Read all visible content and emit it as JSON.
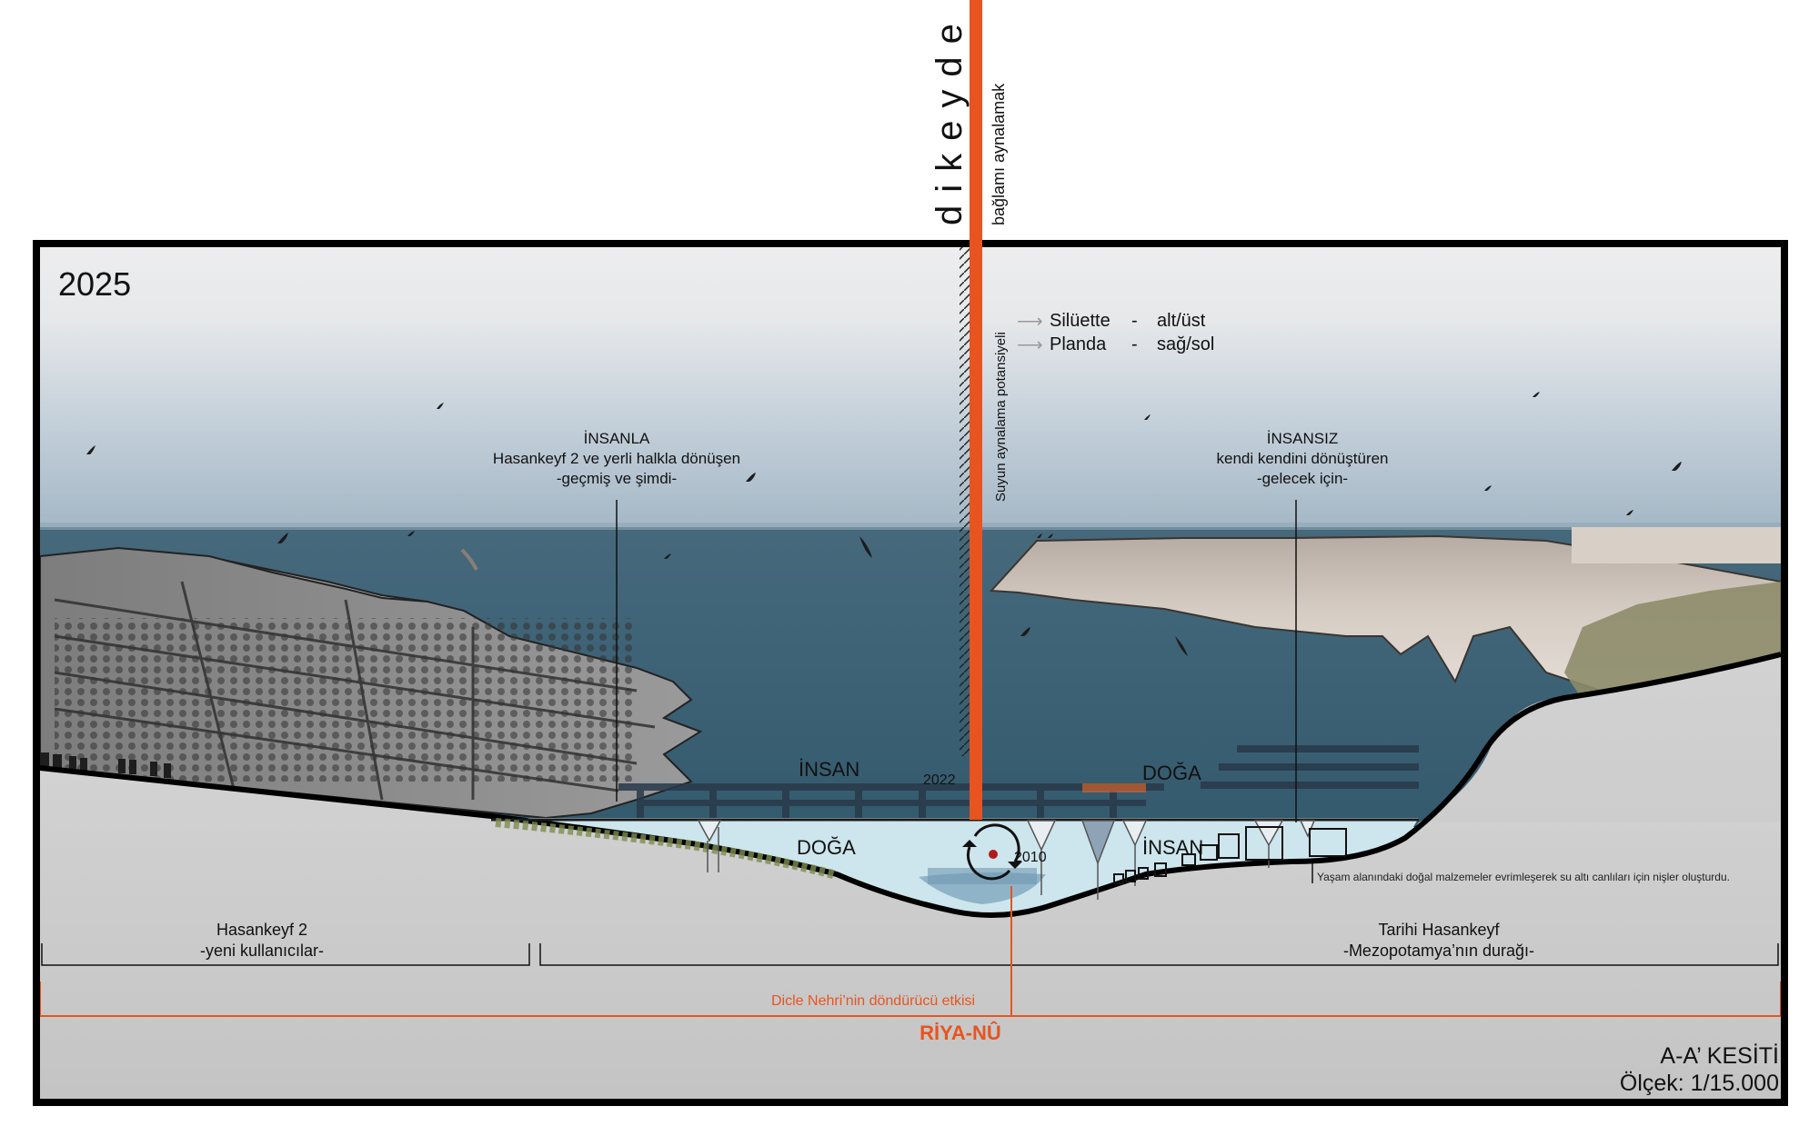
{
  "title_vertical": {
    "main": "dikeyde",
    "sub": "bağlamı aynalamak",
    "hatch_label": "Suyun aynalama potansiyeli"
  },
  "year_label": "2025",
  "mirroring_notes": [
    {
      "label": "Silüette",
      "value": "alt/üst"
    },
    {
      "label": "Planda",
      "value": "sağ/sol"
    }
  ],
  "left_caption": {
    "heading": "İNSANLA",
    "line1": "Hasankeyf 2 ve yerli halkla dönüşen",
    "line2": "-geçmiş ve şimdi-"
  },
  "right_caption": {
    "heading": "İNSANSIZ",
    "line1": "kendi kendini dönüştüren",
    "line2": "-gelecek için-"
  },
  "section_labels": {
    "upper_left": "İNSAN",
    "upper_right": "DOĞA",
    "lower_left": "DOĞA",
    "lower_right": "İNSAN",
    "year_upper": "2022",
    "year_lower": "2010"
  },
  "annotation": "Yaşam alanındaki doğal malzemeler evrimleşerek su altı canlıları için nişler oluşturdu.",
  "zones": [
    {
      "name": "Hasankeyf 2",
      "subtitle": "-yeni kullanıcılar-"
    },
    {
      "name": "Tarihi Hasankeyf",
      "subtitle": "-Mezopotamya’nın durağı-"
    }
  ],
  "river_effect": "Dicle Nehri’nin döndürücü etkisi",
  "project_name": "RİYA-NÛ",
  "section_title": "A-A’ KESİTİ",
  "scale": "Ölçek: 1/15.000",
  "colors": {
    "accent": "#e8541f",
    "frame": "#000000",
    "sky_top": "#eceded",
    "sky_bottom": "#9fb3c3",
    "lake": "#3d6478",
    "cavity": "#cfe6ee",
    "ground": "#c9c9c9",
    "cliff": "#cfc5bb",
    "town": "#8c8c8c",
    "vegetation": "#7d8c4f"
  }
}
